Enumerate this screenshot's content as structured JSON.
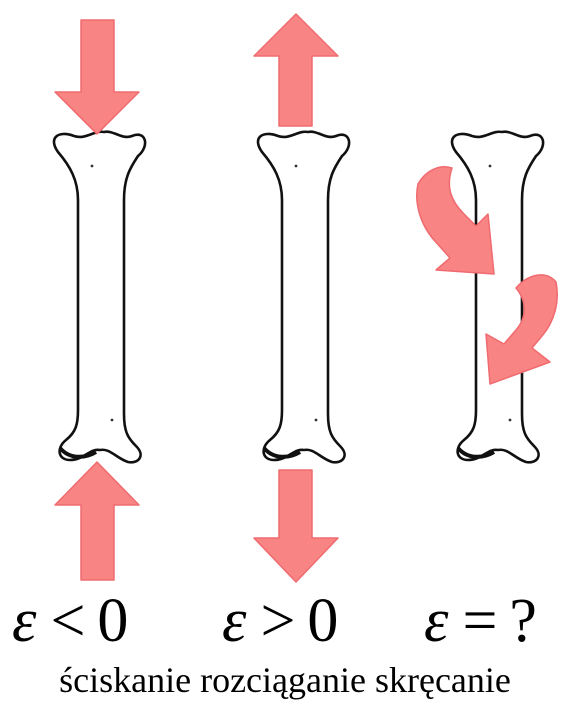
{
  "formulas": [
    {
      "symbol": "ε",
      "relation": "<",
      "value": "0"
    },
    {
      "symbol": "ε",
      "relation": ">",
      "value": "0"
    },
    {
      "symbol": "ε",
      "relation": "=",
      "value": "?"
    }
  ],
  "labels": [
    "ściskanie",
    "rozciąganie",
    "skręcanie"
  ],
  "colors": {
    "arrow_fill": "#f98484",
    "arrow_stroke": "#ef6b70",
    "bone_fill": "#ffffff",
    "bone_stroke": "#111111"
  }
}
